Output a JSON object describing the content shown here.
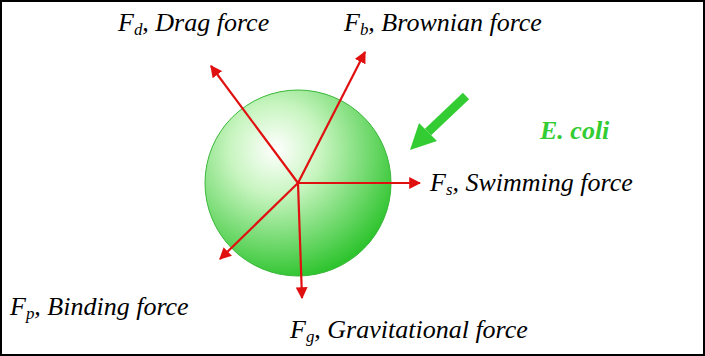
{
  "diagram": {
    "labels": [
      "F",
      "d",
      ", Drag force",
      "F",
      "b",
      ", Brownian force",
      "F",
      "s",
      ", Swimming force",
      "F",
      "p",
      ", Binding force",
      "F",
      "g",
      ", Gravitational force",
      "E. coli"
    ]
  }
}
